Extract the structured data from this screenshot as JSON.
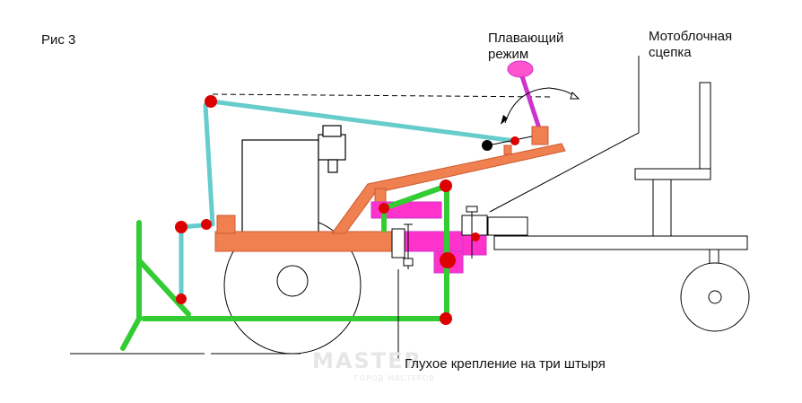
{
  "labels": {
    "figure": "Рис 3",
    "floating_mode_line1": "Плавающий",
    "floating_mode_line2": "режим",
    "hitch_line1": "Мотоблочная",
    "hitch_line2": "сцепка",
    "rigid_mount": "Глухое крепление на три штыря"
  },
  "watermark": {
    "main": "MASTER",
    "sub": "ГОРОД МАСТЕРОВ"
  },
  "colors": {
    "frame": "#f08050",
    "linkage": "#33cc33",
    "handle_link": "#66cccc",
    "clamp": "#ff33cc",
    "joint": "#dd0000",
    "lever": "#cc33cc",
    "outline": "#000000"
  }
}
